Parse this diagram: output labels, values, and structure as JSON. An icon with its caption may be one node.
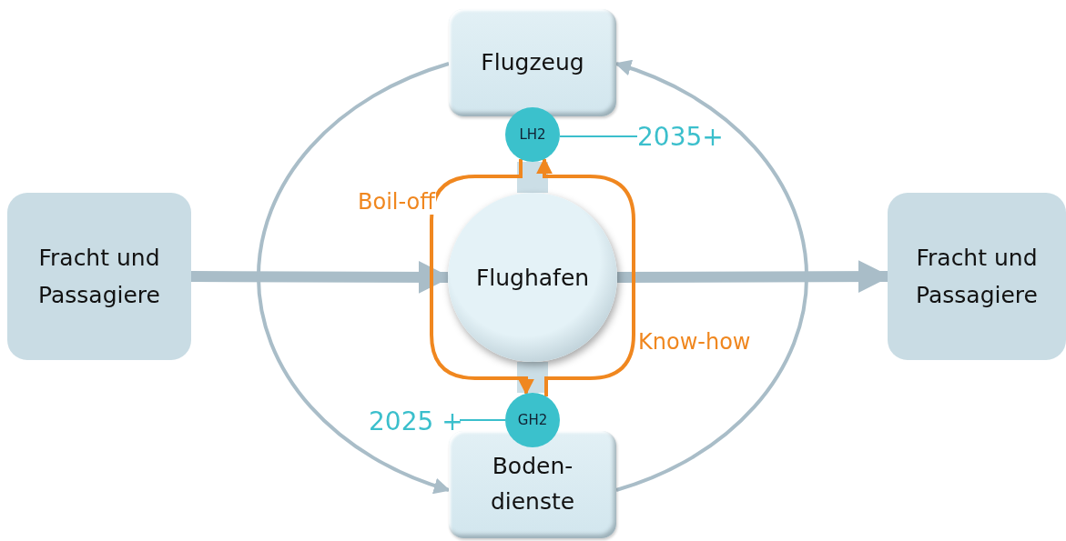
{
  "diagram": {
    "nodes": [
      {
        "text": [
          "Flugzeug"
        ]
      },
      {
        "text": [
          "LH2"
        ]
      },
      {
        "text": [
          "2035+"
        ]
      },
      {
        "text": [
          "Fracht und Passagiere"
        ]
      },
      {
        "text": [
          "Flughafen"
        ]
      },
      {
        "text": [
          "Fracht und Passagiere"
        ]
      },
      {
        "text": [
          "2025 +"
        ]
      },
      {
        "text": [
          "GH2"
        ]
      },
      {
        "text": [
          "Boden- dienste"
        ]
      }
    ],
    "edges": [
      {
        "from": 3,
        "to": 4,
        "arrow": "to",
        "style": "thick"
      },
      {
        "from": 4,
        "to": 5,
        "arrow": "to",
        "style": "thick"
      },
      {
        "from": 0,
        "to": 8,
        "arrow": "to"
      },
      {
        "from": 8,
        "to": 0,
        "arrow": "to"
      },
      {
        "from": 1,
        "to": 4,
        "arrow": "none",
        "style": "thick"
      },
      {
        "from": 4,
        "to": 7,
        "arrow": "none",
        "style": "thick"
      },
      {
        "from": 1,
        "to": 7,
        "arrow": "to",
        "label": "Boil-off",
        "color": "#f0871f"
      },
      {
        "from": 7,
        "to": 1,
        "arrow": "to",
        "label": "Know-how",
        "color": "#f0871f"
      },
      {
        "from": 2,
        "to": 1,
        "arrow": "none",
        "color": "#3bbfcc"
      },
      {
        "from": 6,
        "to": 7,
        "arrow": "none",
        "color": "#3bbfcc"
      }
    ]
  }
}
